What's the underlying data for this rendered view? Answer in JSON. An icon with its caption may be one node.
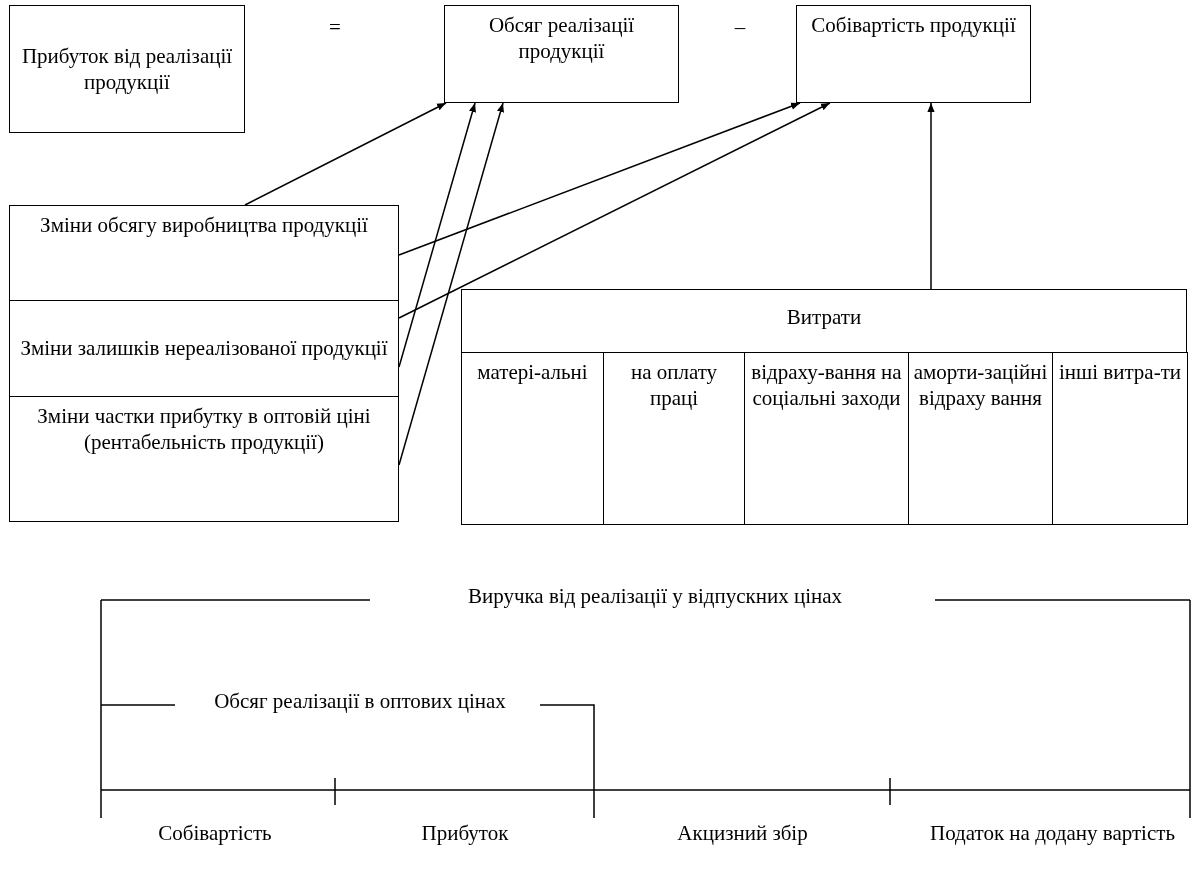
{
  "diagram": {
    "nodes": [
      {
        "text": [
          "Прибуток від реалізації продукції"
        ]
      },
      {
        "text": [
          "Обсяг реалізації продукції"
        ]
      },
      {
        "text": [
          "Собівартість продукції"
        ]
      },
      {
        "text": [
          "Зміни обсягу виробництва продукції"
        ]
      },
      {
        "text": [
          "Зміни залишків нереалізованої продукції"
        ]
      },
      {
        "text": [
          "Зміни частки прибутку в оптовій ціні (рентабельність продукції)"
        ]
      },
      {
        "text": [
          "Витрати"
        ]
      },
      {
        "text": [
          "матері-альні"
        ],
        "in": 6
      },
      {
        "text": [
          "на оплату праці"
        ],
        "in": 6
      },
      {
        "text": [
          "відраху-вання на соціальні заходи"
        ],
        "in": 6
      },
      {
        "text": [
          "аморти-заційні відраху вання"
        ],
        "in": 6
      },
      {
        "text": [
          "інші витра-ти"
        ],
        "in": 6
      }
    ],
    "edges": [
      {
        "from": 3,
        "to": 1,
        "arrow": "to"
      },
      {
        "from": 3,
        "to": 2,
        "arrow": "to"
      },
      {
        "from": 4,
        "to": 2,
        "arrow": "to"
      },
      {
        "from": 4,
        "to": 1,
        "arrow": "to"
      },
      {
        "from": 5,
        "to": 1,
        "arrow": "to"
      },
      {
        "from": 6,
        "to": 2,
        "arrow": "to"
      }
    ],
    "labels": [
      "=",
      "–",
      "Виручка від реалізації у відпускних цінах",
      "Обсяг реалізації в оптових цінах",
      "Собівартість",
      "Прибуток",
      "Акцизний збір",
      "Податок на додану вартість"
    ]
  }
}
